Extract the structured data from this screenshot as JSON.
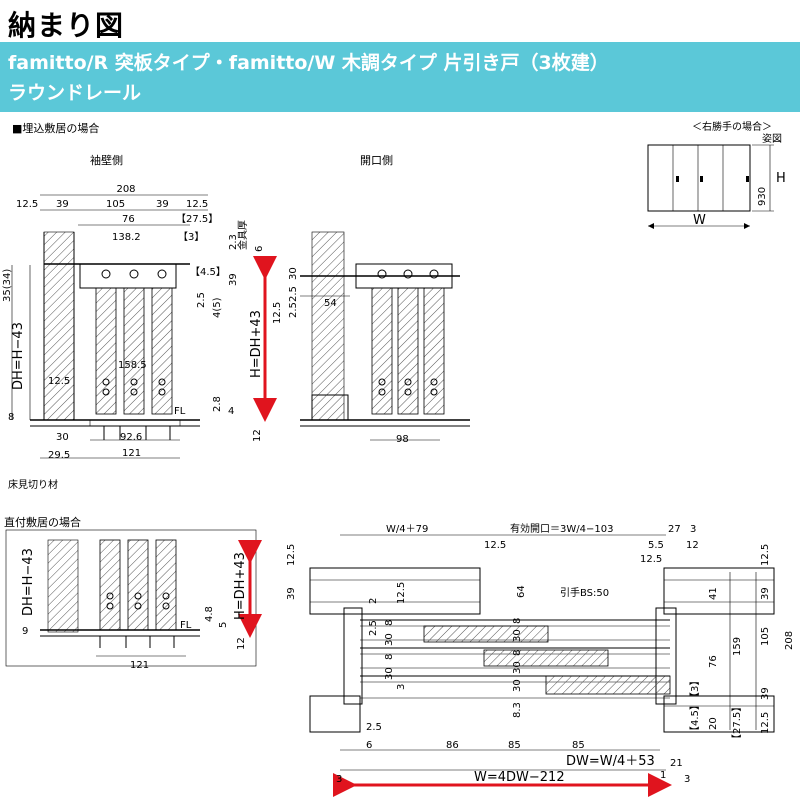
{
  "header": {
    "title": "納まり図",
    "subtitle_line1": "famitto/R 突板タイプ・famitto/W 木調タイプ 片引き戸（3枚建）",
    "subtitle_line2": "ラウンドレール"
  },
  "colors": {
    "banner": "#5bc8d8",
    "arrow": "#e0141e",
    "hatch": "#555555"
  },
  "sections": {
    "embedded": "■埋込敷居の場合",
    "direct": "直付敷居の場合",
    "sleeve_side": "袖壁側",
    "opening_side": "開口側",
    "elevation_caption": "＜右勝手の場合＞",
    "elevation_label": "姿図",
    "floor_trim": "床見切り材"
  },
  "elevation": {
    "width_label": "W",
    "height_label": "H",
    "height_value": "930"
  },
  "dims_top_left": {
    "overall": "208",
    "row1": [
      "12.5",
      "39",
      "105",
      "39",
      "12.5"
    ],
    "d76": "76",
    "d27_5": "【27.5】",
    "d138_2": "138.2",
    "d3": "【3】",
    "d2_3": "2.3",
    "d6": "6",
    "metal_thickness": "金具厚",
    "d4_5": "【4.5】",
    "d39": "39",
    "d2_5": "2.5",
    "d4_5p": "4(5)",
    "d35_34": "35(34)",
    "dh_formula": "DH=H−43",
    "d158_5": "158.5",
    "d12_5": "12.5",
    "d8": "8",
    "d2_8": "2.8",
    "d4": "4",
    "fl": "FL",
    "d30": "30",
    "d92_6": "92.6",
    "d29_5": "29.5",
    "d121": "121",
    "d12": "12",
    "h_formula": "H=DH+43"
  },
  "dims_top_right": {
    "d30": "30",
    "d2_5a": "2.5",
    "d54": "54",
    "d2_5b": "2.5",
    "d12_5": "12.5",
    "d98": "98"
  },
  "dims_bottom_left": {
    "dh_formula": "DH=H−43",
    "h_formula": "H=DH+43",
    "d9": "9",
    "d4_8": "4.8",
    "d5": "5",
    "d12": "12",
    "d121": "121",
    "fl": "FL"
  },
  "dims_plan": {
    "w4_79": "W/4＋79",
    "effective_opening": "有効開口＝3W/4−103",
    "d27": "27",
    "d3_top": "3",
    "d12_5_a": "12.5",
    "d5_5": "5.5",
    "d12_5_b": "12.5",
    "d12_r": "12",
    "d12_5_left": "12.5",
    "d39_left": "39",
    "d2": "2",
    "d12_5_v": "12.5",
    "d64": "64",
    "handle": "引手BS:50",
    "stack_a": [
      "2.5",
      "8",
      "30",
      "8",
      "30",
      "3"
    ],
    "stack_b": [
      "8",
      "30",
      "8",
      "30"
    ],
    "d30_c": "30",
    "d8_3": "8.3",
    "d12_5_r1": "12.5",
    "d39_r1": "39",
    "d41": "41",
    "d105": "105",
    "d208": "208",
    "d159": "159",
    "d76": "76",
    "d39_r2": "39",
    "b3": "【3】",
    "d20": "20",
    "b27_5": "【27.5】",
    "b4_5": "【4.5】",
    "d12_5_r2": "12.5",
    "d2_5_bottom": "2.5",
    "d6_bottom": "6",
    "d86": "86",
    "d85_a": "85",
    "d85_b": "85",
    "dw_formula": "DW=W/4＋53",
    "d21": "21",
    "w_formula": "W=4DW−212",
    "d3_left": "3",
    "d1": "1",
    "d3_right": "3"
  }
}
